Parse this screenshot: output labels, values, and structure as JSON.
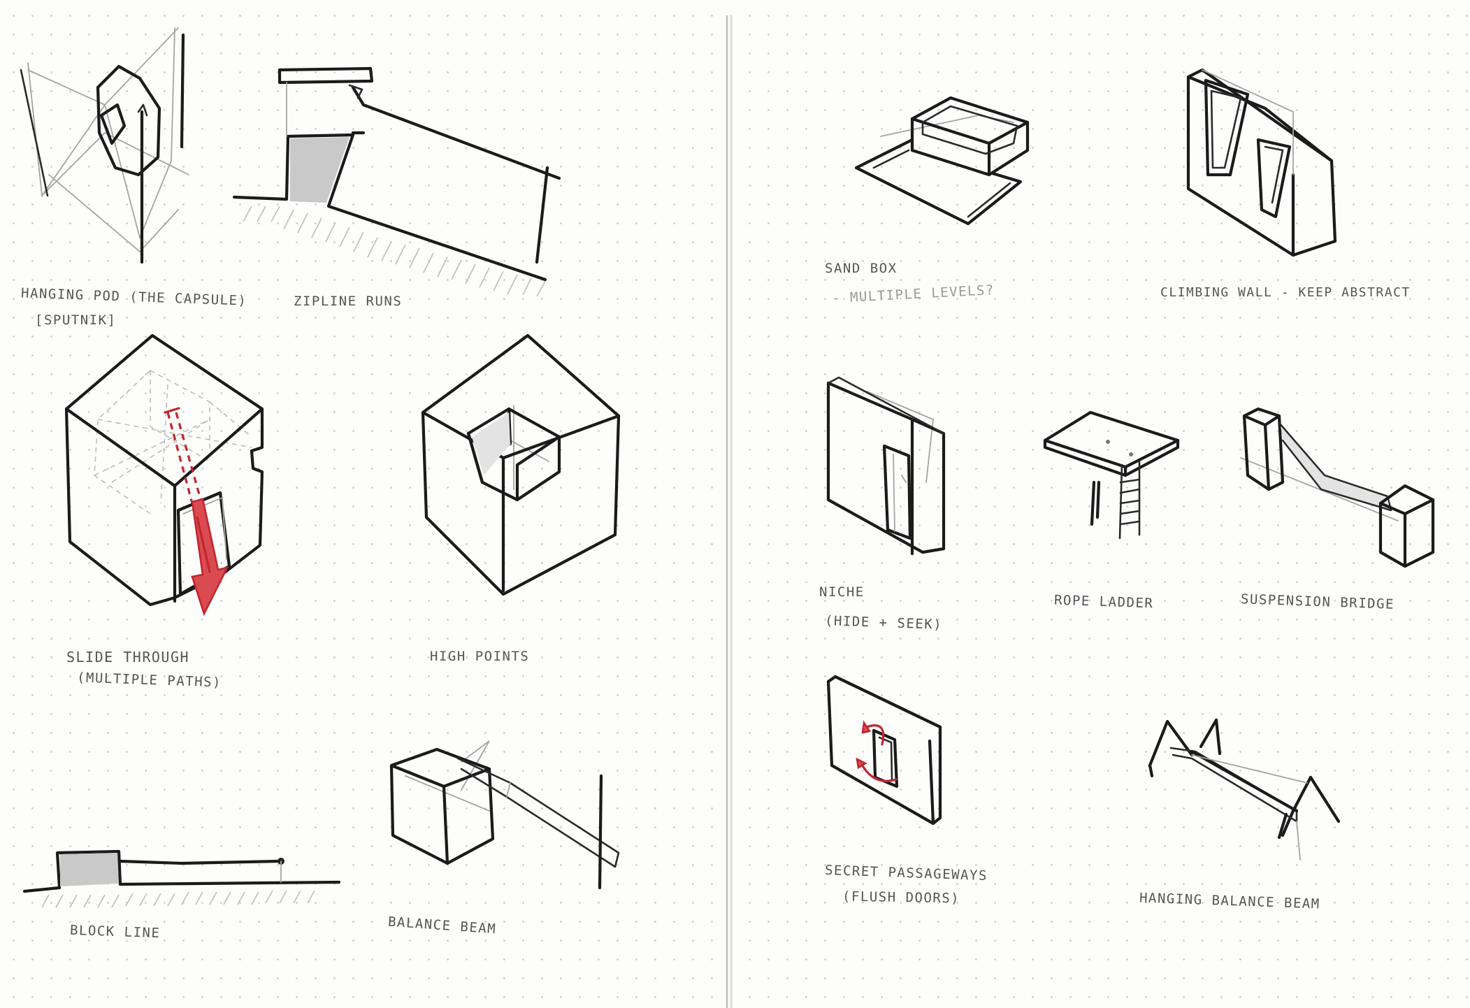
{
  "sketches": [
    {
      "id": "hanging-pod",
      "lines": [
        "HANGING POD (THE CAPSULE)",
        "[SPUTNIK]"
      ]
    },
    {
      "id": "zipline-runs",
      "lines": [
        "ZIPLINE RUNS"
      ]
    },
    {
      "id": "slide-through",
      "lines": [
        "SLIDE THROUGH",
        "(MULTIPLE PATHS)"
      ]
    },
    {
      "id": "high-points",
      "lines": [
        "HIGH POINTS"
      ]
    },
    {
      "id": "block-line",
      "lines": [
        "BLOCK LINE"
      ]
    },
    {
      "id": "balance-beam",
      "lines": [
        "BALANCE BEAM"
      ]
    },
    {
      "id": "sandbox",
      "lines": [
        "SAND BOX",
        "- MULTIPLE LEVELS?"
      ]
    },
    {
      "id": "climbing-wall",
      "lines": [
        "CLIMBING WALL - KEEP ABSTRACT"
      ]
    },
    {
      "id": "niche",
      "lines": [
        "NICHE",
        "(HIDE + SEEK)"
      ]
    },
    {
      "id": "rope-ladder",
      "lines": [
        "ROPE LADDER"
      ]
    },
    {
      "id": "suspension-bridge",
      "lines": [
        "SUSPENSION BRIDGE"
      ]
    },
    {
      "id": "secret-passageways",
      "lines": [
        "SECRET PASSAGEWAYS",
        "(FLUSH DOORS)"
      ]
    },
    {
      "id": "hanging-balance-beam",
      "lines": [
        "HANGING BALANCE BEAM"
      ]
    }
  ],
  "colors": {
    "ink": "#1b1b1b",
    "pencil": "#a4a4a4",
    "red_marker": "#c0262d",
    "paper": "#fdfdfc",
    "dots": "#d2d2cc"
  }
}
